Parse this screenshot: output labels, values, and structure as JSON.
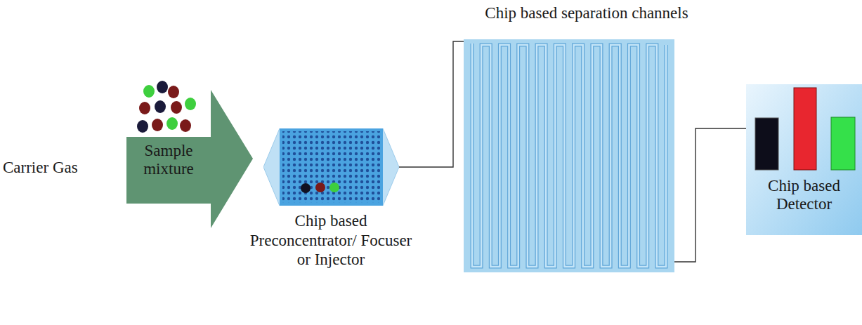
{
  "diagram": {
    "nodes": [
      {
        "text": [
          "Sample mixture"
        ]
      },
      {
        "text": [
          "Chip based Preconcentrator/ Focuser or Injector"
        ]
      },
      {
        "text": [
          "Chip based separation channels"
        ]
      },
      {
        "text": [
          "Chip based Detector"
        ]
      }
    ],
    "edges": [
      {
        "from": 1,
        "to": 2,
        "arrow": "none"
      },
      {
        "from": 2,
        "to": 3,
        "arrow": "none"
      }
    ],
    "labels": [
      "Carrier Gas"
    ]
  }
}
